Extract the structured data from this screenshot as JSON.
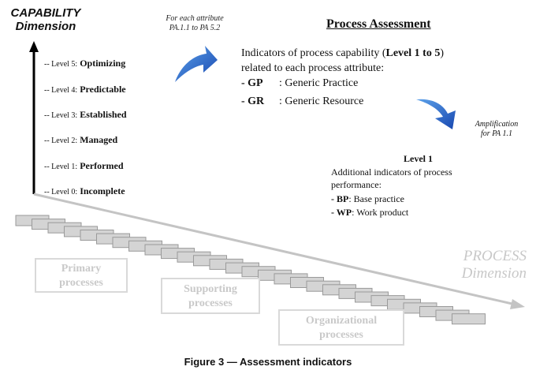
{
  "capability": {
    "line1": "CAPABILITY",
    "line2": "Dimension"
  },
  "levels": [
    {
      "prefix": "-- Level 5:",
      "name": "Optimizing"
    },
    {
      "prefix": "-- Level 4:",
      "name": "Predictable"
    },
    {
      "prefix": "-- Level 3:",
      "name": "Established"
    },
    {
      "prefix": "-- Level 2:",
      "name": "Managed"
    },
    {
      "prefix": "-- Level 1:",
      "name": "Performed"
    },
    {
      "prefix": "-- Level 0:",
      "name": "Incomplete"
    }
  ],
  "attribute_note": {
    "line1": "For each attribute",
    "line2": "PA.1.1 to PA 5.2"
  },
  "process_assessment": {
    "title": "Process Assessment",
    "line1_a": "Indicators of process capability (",
    "line1_b": "Level 1 to 5",
    "line1_c": ")",
    "line2": "related to each process attribute:",
    "gp_code": "- GP",
    "gp_text": ": Generic Practice",
    "gr_code": "- GR",
    "gr_text": ": Generic Resource"
  },
  "amplification": {
    "line1": "Amplification",
    "line2": "for PA 1.1"
  },
  "level1_box": {
    "title": "Level 1",
    "line1": "Additional indicators of process",
    "line2": "performance:",
    "bp_code": "- BP",
    "bp_text": ": Base practice",
    "wp_code": "- WP",
    "wp_text": ": Work product"
  },
  "process_boxes": [
    {
      "line1": "Primary",
      "line2": "processes"
    },
    {
      "line1": "Supporting",
      "line2": "processes"
    },
    {
      "line1": "Organizational",
      "line2": "processes"
    }
  ],
  "process_dimension": {
    "line1": "PROCESS",
    "line2": "Dimension"
  },
  "caption": "Figure 3 — Assessment indicators",
  "colors": {
    "arrow_blue": "#1a5fc0",
    "step_fill": "#d4d4d4",
    "step_border": "#9a9a9a",
    "faint": "#c8c8c8"
  }
}
